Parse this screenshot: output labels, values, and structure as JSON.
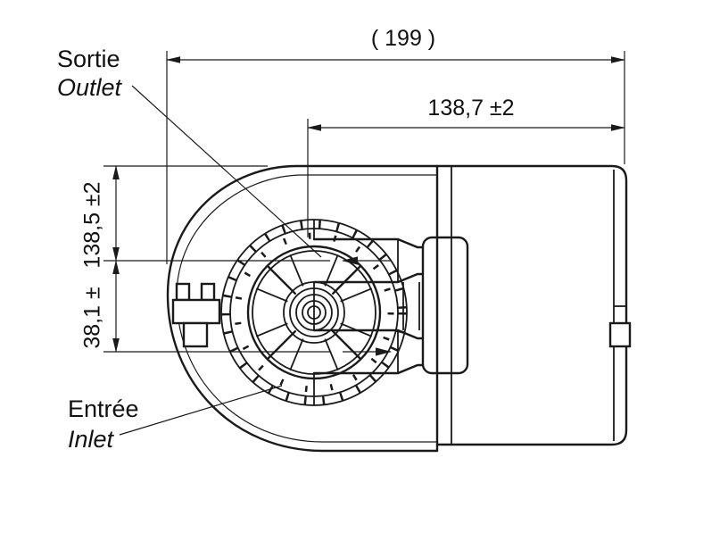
{
  "labels": {
    "outlet_fr": "Sortie",
    "outlet_en": "Outlet",
    "inlet_fr": "Entrée",
    "inlet_en": "Inlet"
  },
  "dimensions": {
    "overall_length": "( 199 )",
    "motor_length": "138,7 ±2",
    "height_total": "138,5 ±2",
    "height_offset": "38,1 ±"
  },
  "colors": {
    "line": "#1a1a1a",
    "background": "#ffffff"
  }
}
